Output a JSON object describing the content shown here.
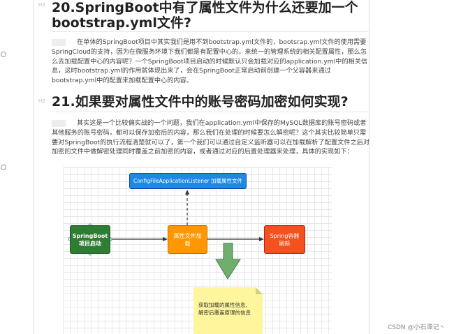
{
  "section20": {
    "tag": "H2",
    "title_line1": "20.SpringBoot中有了属性文件为什么还要加一个",
    "title_line2": "bootstrap.yml文件?",
    "paragraph": "在单体的SpringBoot项目中其实我们是用不到bootstrap.yml文件的，bootsrap.yml文件的使用需要SpringCloud的支持，因为在微服务环境下我们都是有配置中心的，来统一的管理系统的相关配置属性，那么怎么去加载配置中心的内容呢？一个SpringBoot项目启动的时候默认只会加载对应的application.yml中的相关信息，这时bootstrap.yml的作用就体现出来了，会在SpringBoot正常启动前创建一个父容器来通过bootstrap.yml中的配置来加载配置中心的内容。"
  },
  "section21": {
    "tag": "H2",
    "title": "21.如果要对属性文件中的账号密码加密如何实现?",
    "paragraph": "其实这是一个比较偏实战的一个问题，我们在application.yml中保存的MySQL数据库的账号密码或者其他服务的账号密码，都可以保存加密后的内容，那么我们在处理的时候要怎么解密呢？这个其实比较简单只需要对SpringBoot的执行流程清楚就可以了，第一个我们可以通过自定义监听器可以在加载解析了配置文件之后对加密的文件中做解密处理同时覆盖之前加密的内容，或者通过对应的后置处理器来处理，具体的实现如下："
  },
  "diagram": {
    "listener": "ConfigFileApplicationListener 加载属性文件",
    "start": "SpringBoot\n项目启动",
    "load": "属性文件加\n载",
    "refresh": "Spring容器\n刷新",
    "note": "获取加载的属性信息,\n解密后覆盖原理的信息",
    "colors": {
      "blue": "#1e88e5",
      "green": "#2e7d32",
      "orange": "#ff9800",
      "red": "#f4511e",
      "note": "#fff59d",
      "arrow": "#6fae6f"
    }
  },
  "watermark": "CSDN @小石潭记丶"
}
